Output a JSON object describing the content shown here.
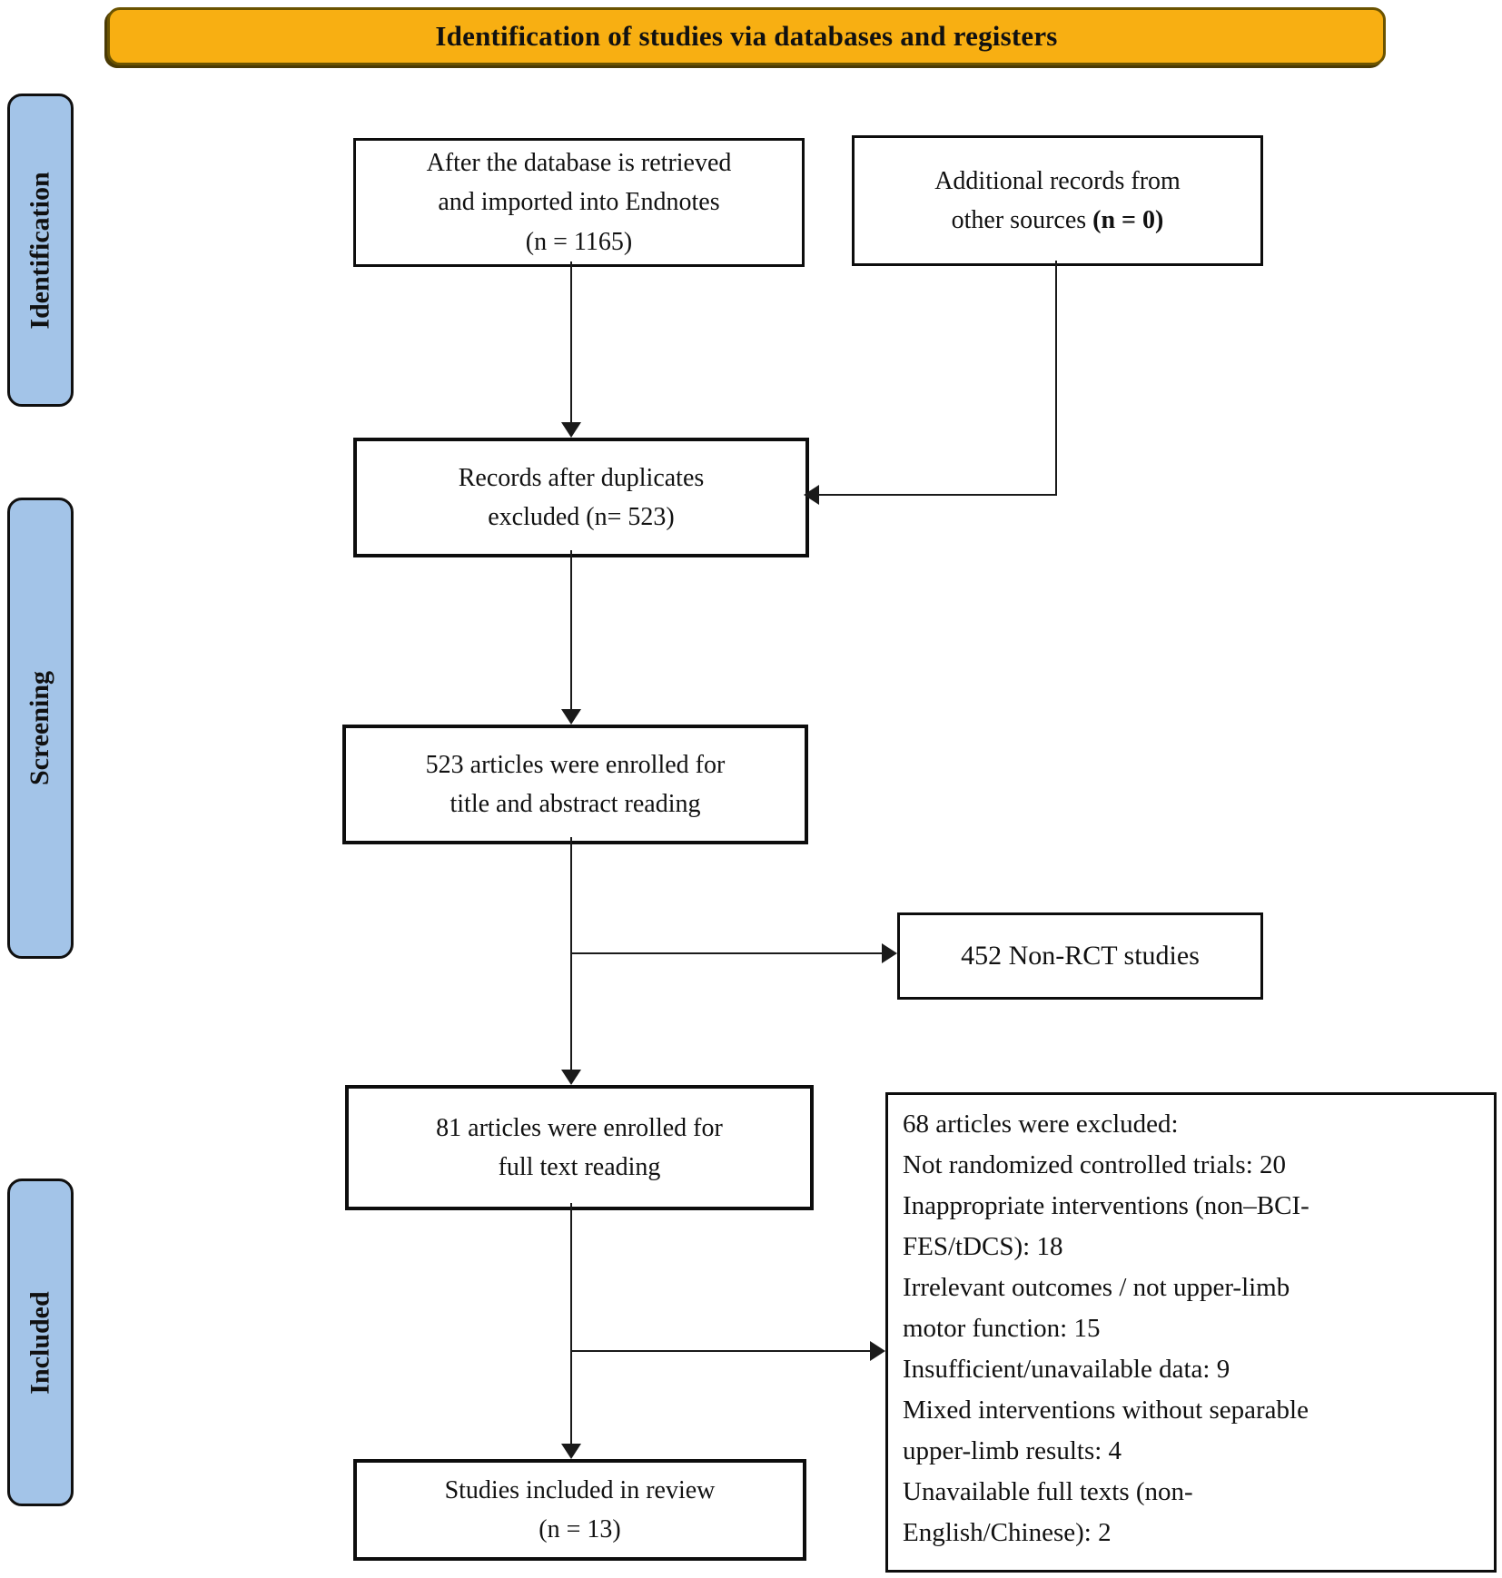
{
  "colors": {
    "banner_bg": "#F8AF12",
    "banner_border": "#6B5300",
    "banner_shadow": "#4A3A05",
    "stage_bg": "#A3C4E8",
    "line": "#1a1a1a"
  },
  "banner": {
    "title": "Identification of studies via databases and registers"
  },
  "stages": {
    "identification": "Identification",
    "screening": "Screening",
    "included": "Included"
  },
  "boxes": {
    "database_import": {
      "text": "After the database is retrieved\nand imported into Endnotes\n(n = 1165)"
    },
    "additional_records": {
      "text": "Additional records from\nother sources ",
      "bold": "(n = 0)"
    },
    "deduplicated": {
      "text": "Records after duplicates\nexcluded (n= 523)"
    },
    "title_abstract": {
      "text": "523 articles were enrolled for\ntitle and abstract reading"
    },
    "non_rct": {
      "text": "452 Non-RCT studies"
    },
    "full_text": {
      "text": "81 articles were enrolled for\nfull text reading"
    },
    "included_review": {
      "text": "Studies included in review\n(n = 13)"
    },
    "exclusions": {
      "lines": [
        "68 articles were excluded:",
        "Not randomized controlled trials: 20",
        "Inappropriate interventions (non–BCI-",
        "FES/tDCS): 18",
        "Irrelevant outcomes / not upper-limb",
        "motor function: 15",
        "Insufficient/unavailable data: 9",
        "Mixed interventions without separable",
        "upper-limb results: 4",
        "Unavailable full texts (non-",
        "English/Chinese): 2"
      ]
    }
  }
}
